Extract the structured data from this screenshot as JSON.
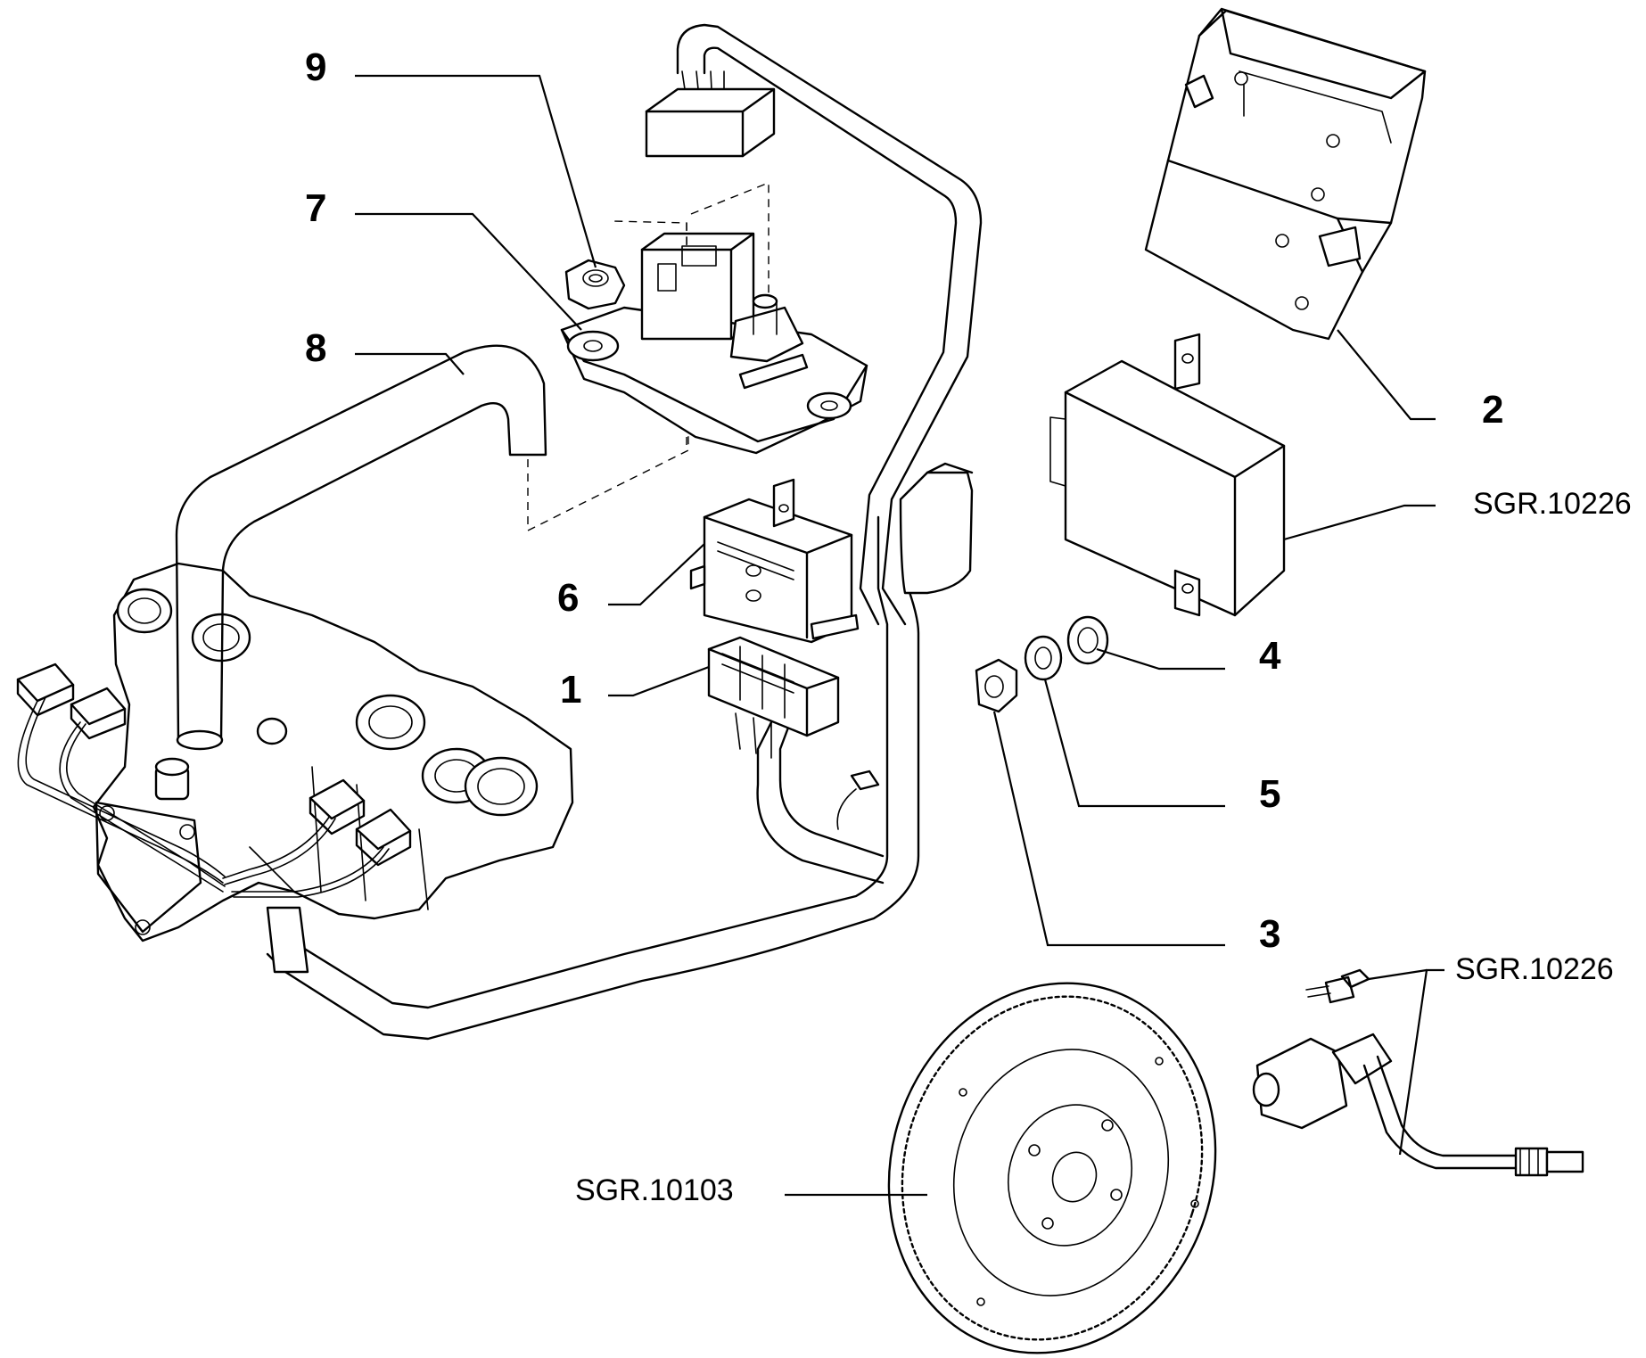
{
  "callouts": {
    "c1": "1",
    "c2": "2",
    "c3": "3",
    "c4": "4",
    "c5": "5",
    "c6": "6",
    "c7": "7",
    "c8": "8",
    "c9": "9"
  },
  "references": {
    "sgr_10226_upper": "SGR.10226",
    "sgr_10226_lower": "SGR.10226",
    "sgr_10103": "SGR.10103"
  }
}
